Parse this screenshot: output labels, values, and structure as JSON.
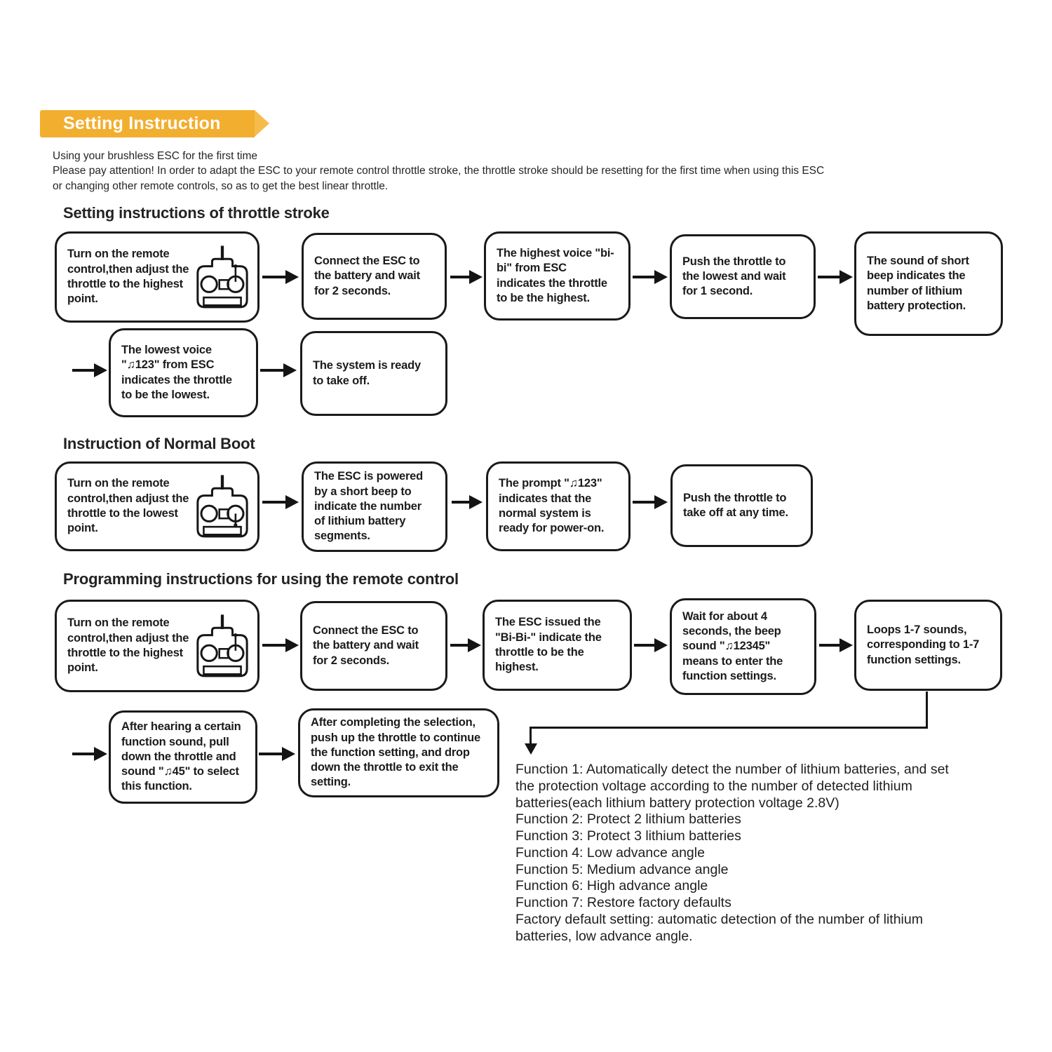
{
  "banner": {
    "label": "Setting Instruction",
    "bg_color": "#F2AE2E",
    "tip_color": "#F5BC4C",
    "text_color": "#FFFFFF"
  },
  "intro": {
    "lines": [
      "Using your brushless ESC for the first time",
      "Please pay attention! In order to adapt the ESC to your remote control throttle stroke, the throttle stroke should be resetting for the first time when using this ESC",
      "or changing other remote controls, so as to get  the best linear throttle."
    ]
  },
  "sections": [
    {
      "heading": "Setting instructions of throttle stroke",
      "boxes": {
        "turn_on_highest": "Turn on the remote control,then adjust the throttle to the highest point.",
        "connect_battery": "Connect the ESC to the battery and wait for 2 seconds.",
        "highest_voice": "The highest voice \"bi-bi\" from ESC indicates the throttle to be the highest.",
        "push_lowest": "Push the throttle to the lowest and wait for 1 second.",
        "short_beep": "The sound of short beep indicates the number of lithium battery protection.",
        "lowest_voice": "The lowest voice \"♫123\" from ESC indicates the throttle to be the lowest.",
        "ready": "The system is ready to take off."
      }
    },
    {
      "heading": "Instruction of Normal Boot",
      "boxes": {
        "turn_on_lowest": "Turn on the remote control,then adjust the throttle to the lowest point.",
        "powered_beep": "The ESC is powered by a short beep to indicate the number of lithium battery segments.",
        "prompt_123": "The prompt \"♫123\" indicates that the normal system is ready for power-on.",
        "push_takeoff": "Push the throttle to take off at any time."
      }
    },
    {
      "heading": "Programming instructions for using the remote control",
      "boxes": {
        "turn_on_highest": "Turn on the remote control,then adjust the throttle to the highest point.",
        "connect_battery": "Connect the ESC to the battery and wait for 2 seconds.",
        "esc_bibi": "The ESC issued the \"Bi-Bi-\" indicate the throttle to be the highest.",
        "wait_4s": "Wait for about 4 seconds, the beep sound \"♫12345\" means to enter the function settings.",
        "loops": "Loops 1-7 sounds, corresponding to 1-7 function settings.",
        "hear_function": "After hearing a certain function sound, pull down the throttle and sound \"♫45\" to select this function.",
        "complete_selection": "After completing the selection, push up the throttle to continue the function setting, and drop down the throttle to exit the setting."
      }
    }
  ],
  "functions": {
    "items": [
      "Function 1: Automatically detect the number of lithium batteries, and set the protection voltage according to the number of detected lithium batteries(each lithium battery protection voltage 2.8V)",
      "Function 2: Protect 2 lithium batteries",
      "Function 3: Protect 3 lithium batteries",
      "Function 4: Low advance angle",
      "Function 5: Medium advance angle",
      "Function 6: High advance angle",
      "Function 7: Restore factory defaults",
      "Factory default setting: automatic detection of the number of lithium batteries, low advance angle."
    ]
  }
}
